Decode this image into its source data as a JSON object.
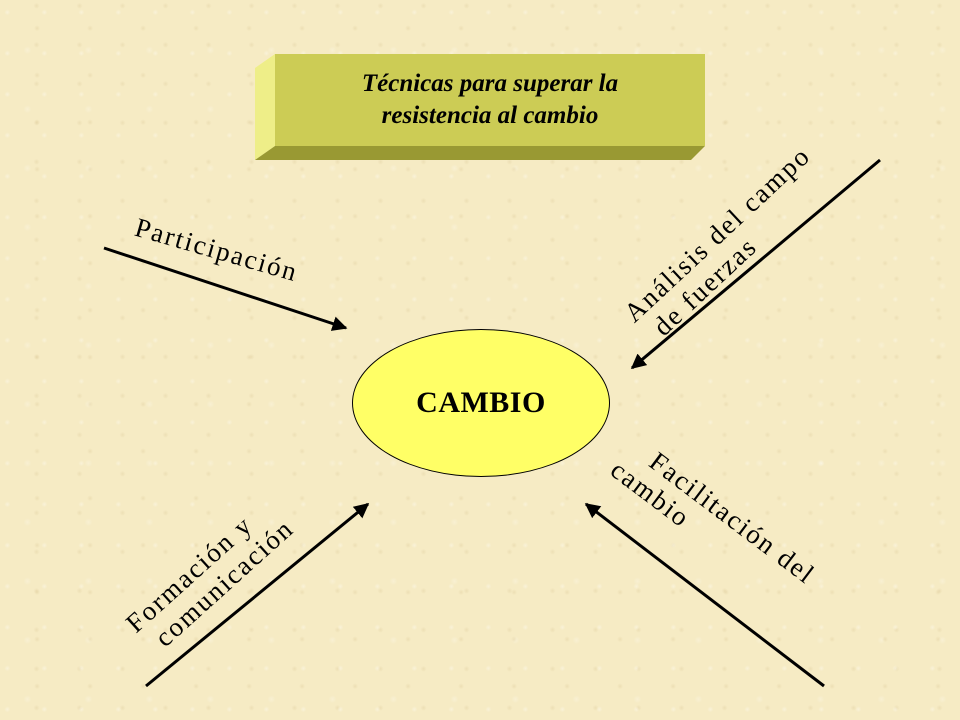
{
  "title": {
    "line1": "Técnicas para superar la",
    "line2": "resistencia al cambio"
  },
  "center": {
    "label": "CAMBIO"
  },
  "techniques": {
    "participacion": {
      "line1": "Participación"
    },
    "analisis": {
      "line1": "Análisis del campo",
      "line2": "de fuerzas"
    },
    "formacion": {
      "line1": "Formación y",
      "line2": "comunicación"
    },
    "facilitacion": {
      "line1": "Facilitación del",
      "line2": "cambio"
    }
  },
  "colors": {
    "title_box_face": "#cccc55",
    "title_box_bevel": "#eeee88",
    "title_box_shadow": "#999933",
    "ellipse_fill": "#ffff66",
    "background": "#f6ebc4"
  }
}
